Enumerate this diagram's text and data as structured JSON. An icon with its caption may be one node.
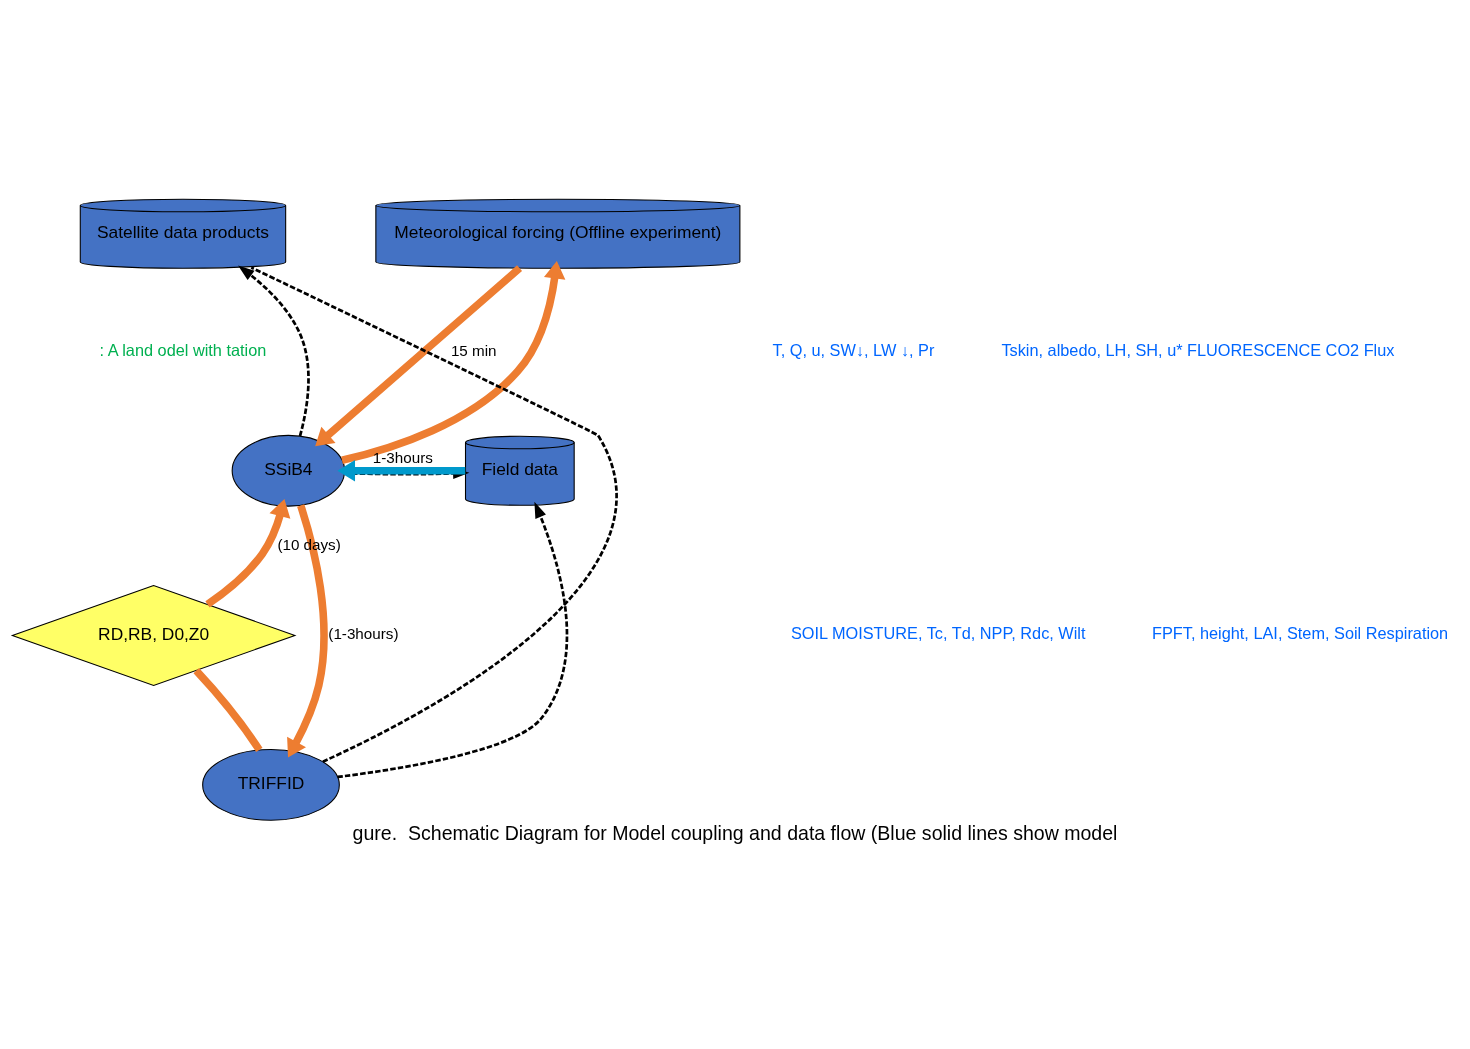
{
  "diagram": {
    "caption": "gure.  Schematic Diagram for Model coupling and data flow (Blue solid lines show model",
    "nodes": [
      {
        "text": [
          "Satellite data products"
        ]
      },
      {
        "text": [
          "Meteorological forcing (Offline experiment)"
        ]
      },
      {
        "text": [
          "SSiB4"
        ]
      },
      {
        "text": [
          "Field data"
        ]
      },
      {
        "text": [
          "RD,RB, D0,Z0"
        ]
      },
      {
        "text": [
          "TRIFFID"
        ]
      }
    ],
    "edges": [
      {
        "from": 1,
        "to": 2,
        "arrow": "to",
        "label": "15 min"
      },
      {
        "from": 2,
        "to": 1,
        "arrow": "to"
      },
      {
        "from": 3,
        "to": 2,
        "arrow": "to",
        "color": "#0099cc",
        "label": "1-3hours"
      },
      {
        "from": 2,
        "to": 3,
        "arrow": "to",
        "style": "dashed",
        "color": "#000000"
      },
      {
        "from": 2,
        "to": 0,
        "arrow": "to",
        "style": "dashed",
        "color": "#000000"
      },
      {
        "from": 2,
        "to": 5,
        "arrow": "to",
        "label": "(1-3hours)"
      },
      {
        "from": 5,
        "to": 4,
        "arrow": "none"
      },
      {
        "from": 4,
        "to": 2,
        "arrow": "to",
        "label": "(10 days)"
      },
      {
        "from": 5,
        "to": 0,
        "arrow": "none",
        "style": "dashed",
        "color": "#000000"
      },
      {
        "from": 5,
        "to": 3,
        "arrow": "to",
        "style": "dashed",
        "color": "#000000"
      }
    ],
    "labels": [
      ": A land odel with tation",
      "T, Q, u, SW↓, LW ↓, Pr",
      "Tskin, albedo, LH, SH, u* FLUORESCENCE CO2 Flux",
      "SOIL MOISTURE, Tc, Td, NPP, Rdc, Wilt",
      "FPFT, height, LAI, Stem, Soil Respiration"
    ]
  }
}
